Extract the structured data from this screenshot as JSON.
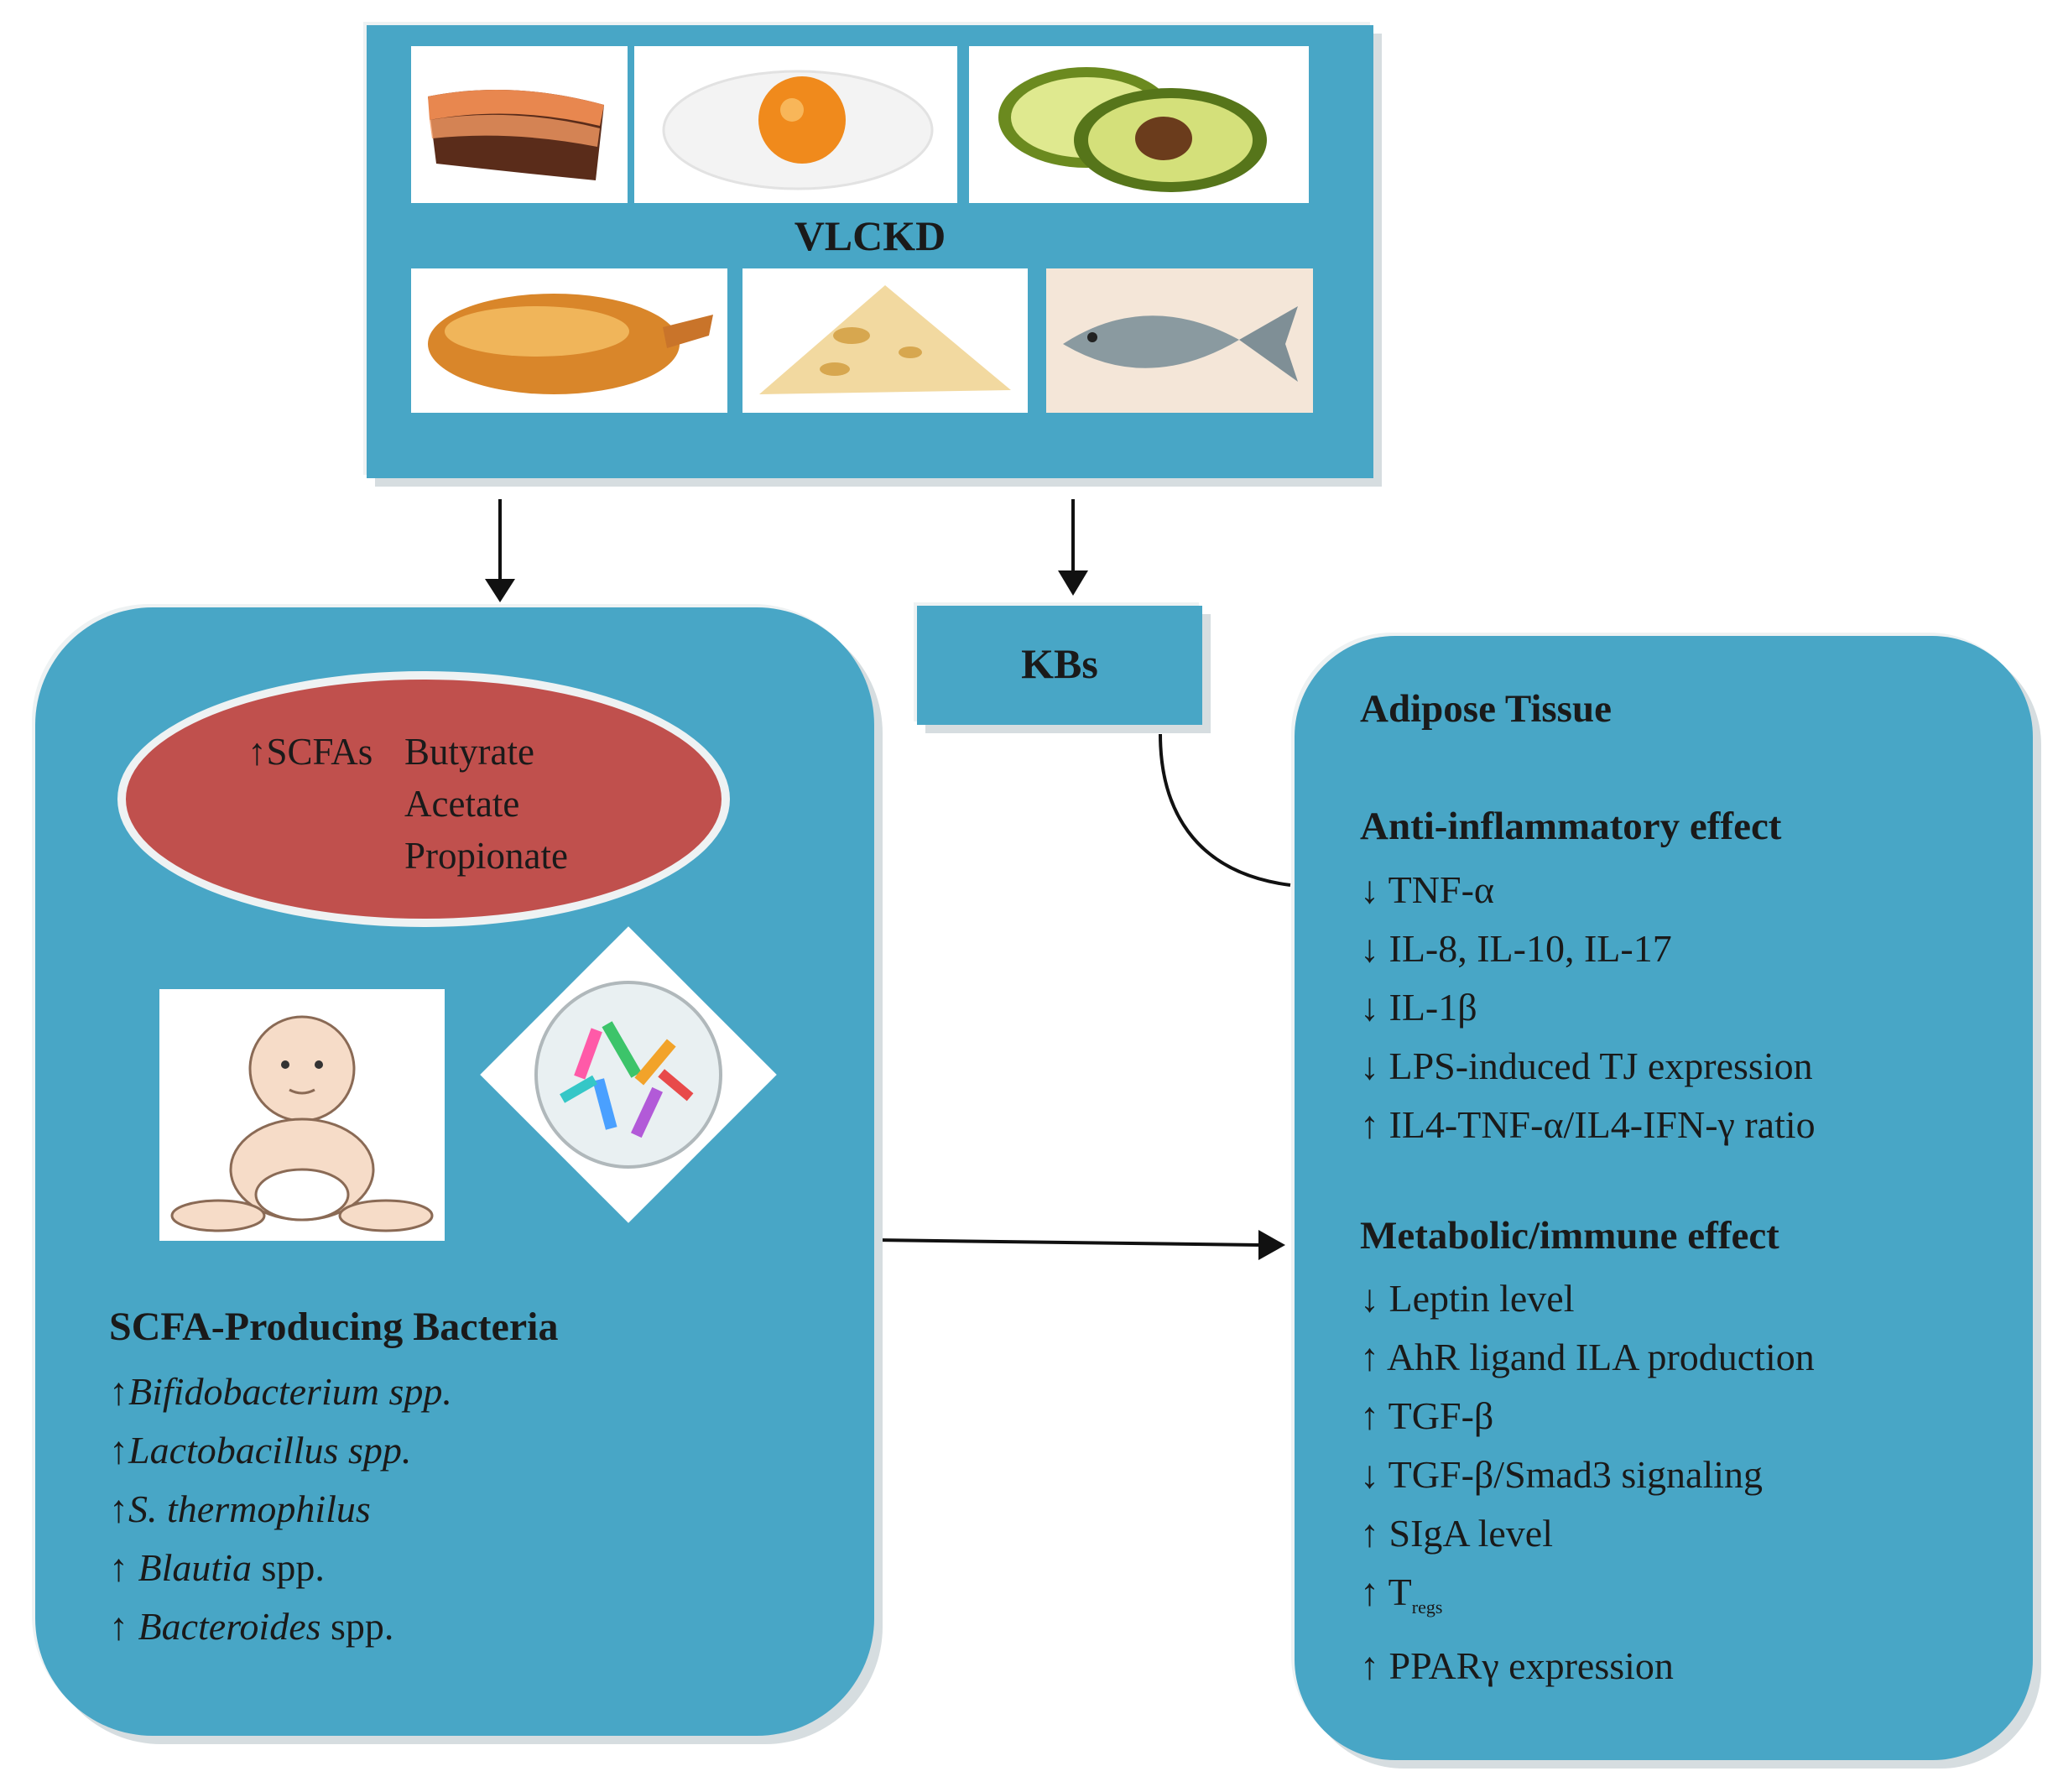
{
  "diagram": {
    "diet_box": {
      "title": "VLCKD",
      "food_icons": [
        "salmon-icon",
        "fried-egg-icon",
        "avocado-icon",
        "roast-chicken-icon",
        "cheese-icon",
        "fish-icon"
      ]
    },
    "kb_box": {
      "label": "KBs"
    },
    "gut_box": {
      "scfa_oval": {
        "prefix": "↑SCFAs",
        "items": [
          "Butyrate",
          "Acetate",
          "Propionate"
        ]
      },
      "heading": "SCFA-Producing Bacteria",
      "bacteria": [
        {
          "arrow": "↑",
          "name": "Bifidobacterium spp.",
          "suffix": ""
        },
        {
          "arrow": "↑",
          "name": "Lactobacillus spp.",
          "suffix": ""
        },
        {
          "arrow": "↑",
          "name": "S. thermophilus",
          "suffix": ""
        },
        {
          "arrow": "↑ ",
          "name": "Blautia",
          "suffix": " spp."
        },
        {
          "arrow": "↑ ",
          "name": "Bacteroides",
          "suffix": " spp."
        }
      ]
    },
    "adipose_box": {
      "title": "Adipose Tissue",
      "anti_inflammatory": {
        "heading": "Anti-inflammatory effect",
        "items": [
          "↓ TNF-α",
          "↓ IL-8, IL-10, IL-17",
          "↓ IL-1β",
          "↓ LPS-induced TJ expression",
          "↑ IL4-TNF-α/IL4-IFN-γ ratio"
        ]
      },
      "metabolic_immune": {
        "heading": "Metabolic/immune  effect",
        "items": [
          "↓ Leptin level",
          "↑ AhR ligand ILA production",
          "↑ TGF-β",
          "↓ TGF-β/Smad3 signaling",
          "↑ SIgA level"
        ],
        "treg": {
          "arrow": "↑ T",
          "sub": "regs"
        },
        "last_item": "↑ PPARγ expression"
      }
    },
    "colors": {
      "panel": "#48a6c6",
      "oval": "#c0504d",
      "arrow": "#111111"
    }
  }
}
